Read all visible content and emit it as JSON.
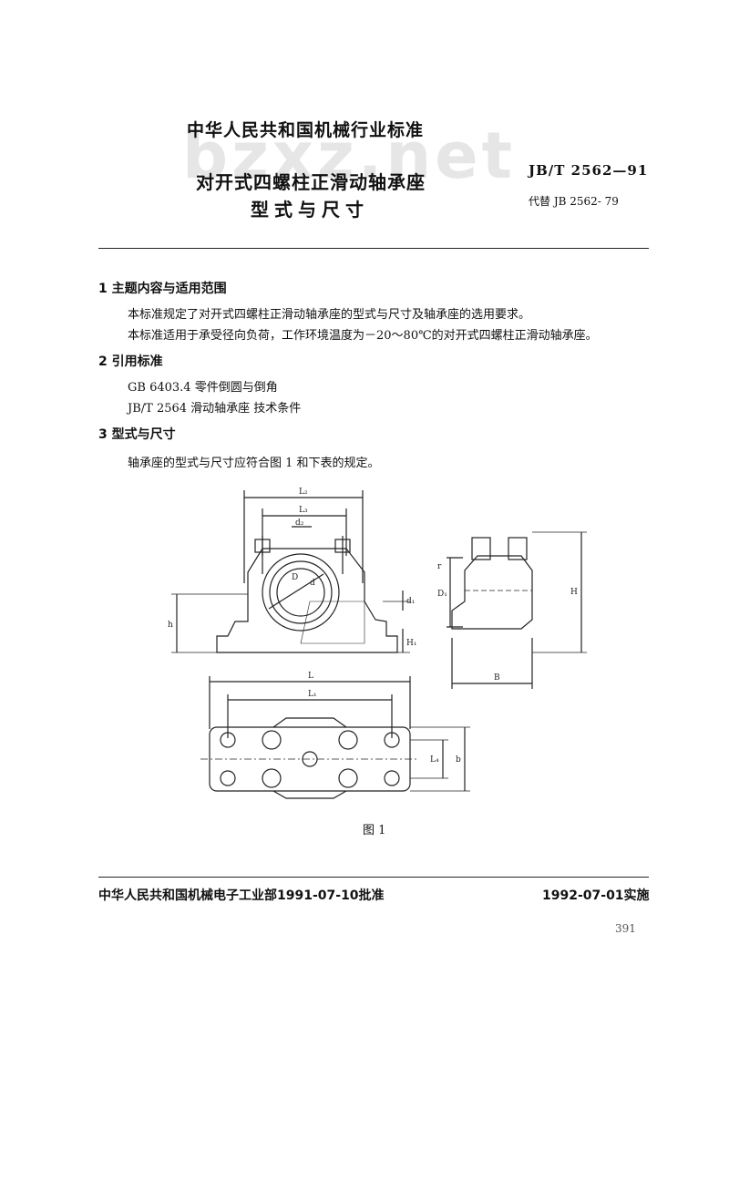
{
  "watermark": "bzxz.net",
  "header": {
    "organization": "中华人民共和国机械行业标准",
    "title_line1": "对开式四螺柱正滑动轴承座",
    "title_line2": "型式与尺寸",
    "standard_number": "JB/T 2562—91",
    "replaces": "代替  JB 2562- 79"
  },
  "sections": [
    {
      "heading": "1  主题内容与适用范围",
      "paragraphs": [
        "本标准规定了对开式四螺柱正滑动轴承座的型式与尺寸及轴承座的选用要求。",
        "本标准适用于承受径向负荷，工作环境温度为－20～80℃的对开式四螺柱正滑动轴承座。"
      ]
    },
    {
      "heading": "2  引用标准",
      "references": [
        "GB 6403.4   零件倒圆与倒角",
        "JB/T 2564   滑动轴承座   技术条件"
      ]
    },
    {
      "heading": "3  型式与尺寸",
      "paragraphs": [
        "轴承座的型式与尺寸应符合图 1 和下表的规定。"
      ]
    }
  ],
  "figure": {
    "caption": "图 1",
    "labels": {
      "L2": "L₂",
      "L3": "L₃",
      "d2": "d₂",
      "D": "D",
      "d": "d",
      "h": "h",
      "d1": "d₁",
      "H1": "H₁",
      "D1": "D₁",
      "H": "H",
      "B": "B",
      "r": "r",
      "L": "L",
      "L1": "L₁",
      "L4": "L₄",
      "b": "b"
    }
  },
  "footer": {
    "approval": "中华人民共和国机械电子工业部1991-07-10批准",
    "implementation": "1992-07-01实施",
    "page_number": "391"
  }
}
